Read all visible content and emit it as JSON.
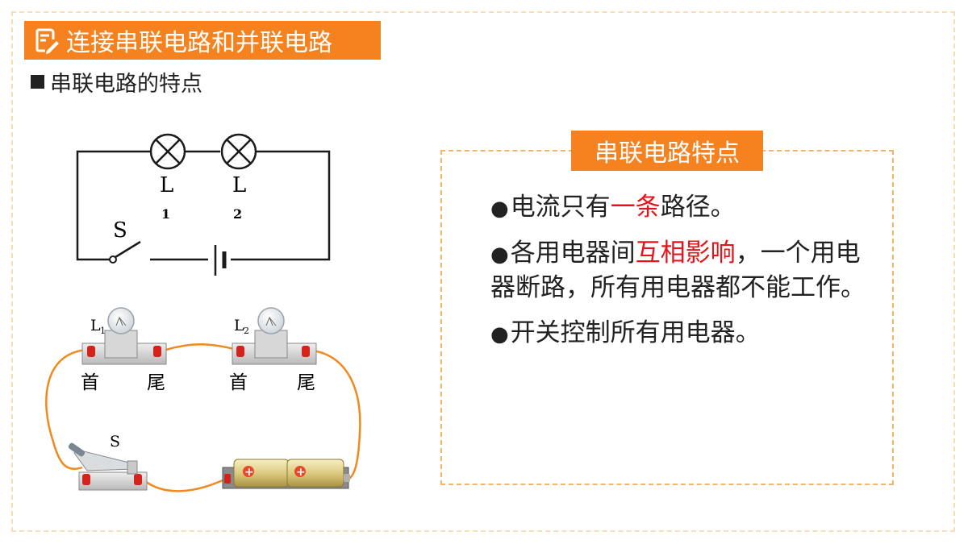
{
  "header": {
    "title": "连接串联电路和并联电路",
    "icon": "note-edit-icon"
  },
  "section": {
    "subtitle": "串联电路的特点"
  },
  "schematic": {
    "lamp1_label": "L",
    "lamp1_sub": "1",
    "lamp2_label": "L",
    "lamp2_sub": "2",
    "switch_label": "S"
  },
  "real_circuit": {
    "lamp1_label": "L",
    "lamp1_sub": "1",
    "lamp2_label": "L",
    "lamp2_sub": "2",
    "head": "首",
    "tail": "尾",
    "switch_label": "S",
    "battery_symbol": "+"
  },
  "features": {
    "label": "串联电路特点",
    "bullet": "●",
    "p1": {
      "a": "电流只有",
      "hl": "一条",
      "b": "路径。"
    },
    "p2": {
      "a": "各用电器间",
      "hl": "互相影响",
      "b": "，一个用电器断路，所有用电器都不能工作。"
    },
    "p3": {
      "a": "开关控制所有用电器。"
    }
  },
  "colors": {
    "accent": "#f5821f",
    "highlight": "#e8141b",
    "wire": "#f08a1d"
  }
}
